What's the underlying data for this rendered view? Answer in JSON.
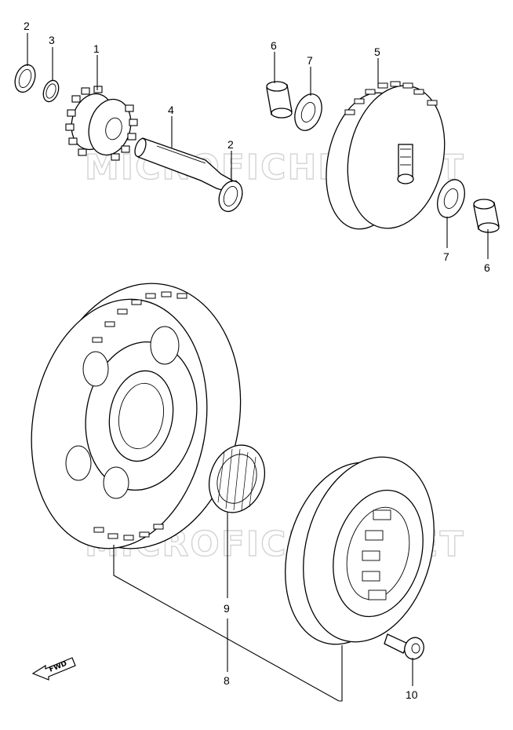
{
  "diagram": {
    "watermark": "MICROFICHES.NET",
    "fwd_label": "FWD",
    "callouts": {
      "c1": "1",
      "c2a": "2",
      "c2b": "2",
      "c3": "3",
      "c4": "4",
      "c5": "5",
      "c6a": "6",
      "c6b": "6",
      "c7a": "7",
      "c7b": "7",
      "c8": "8",
      "c9": "9",
      "c10": "10"
    }
  }
}
